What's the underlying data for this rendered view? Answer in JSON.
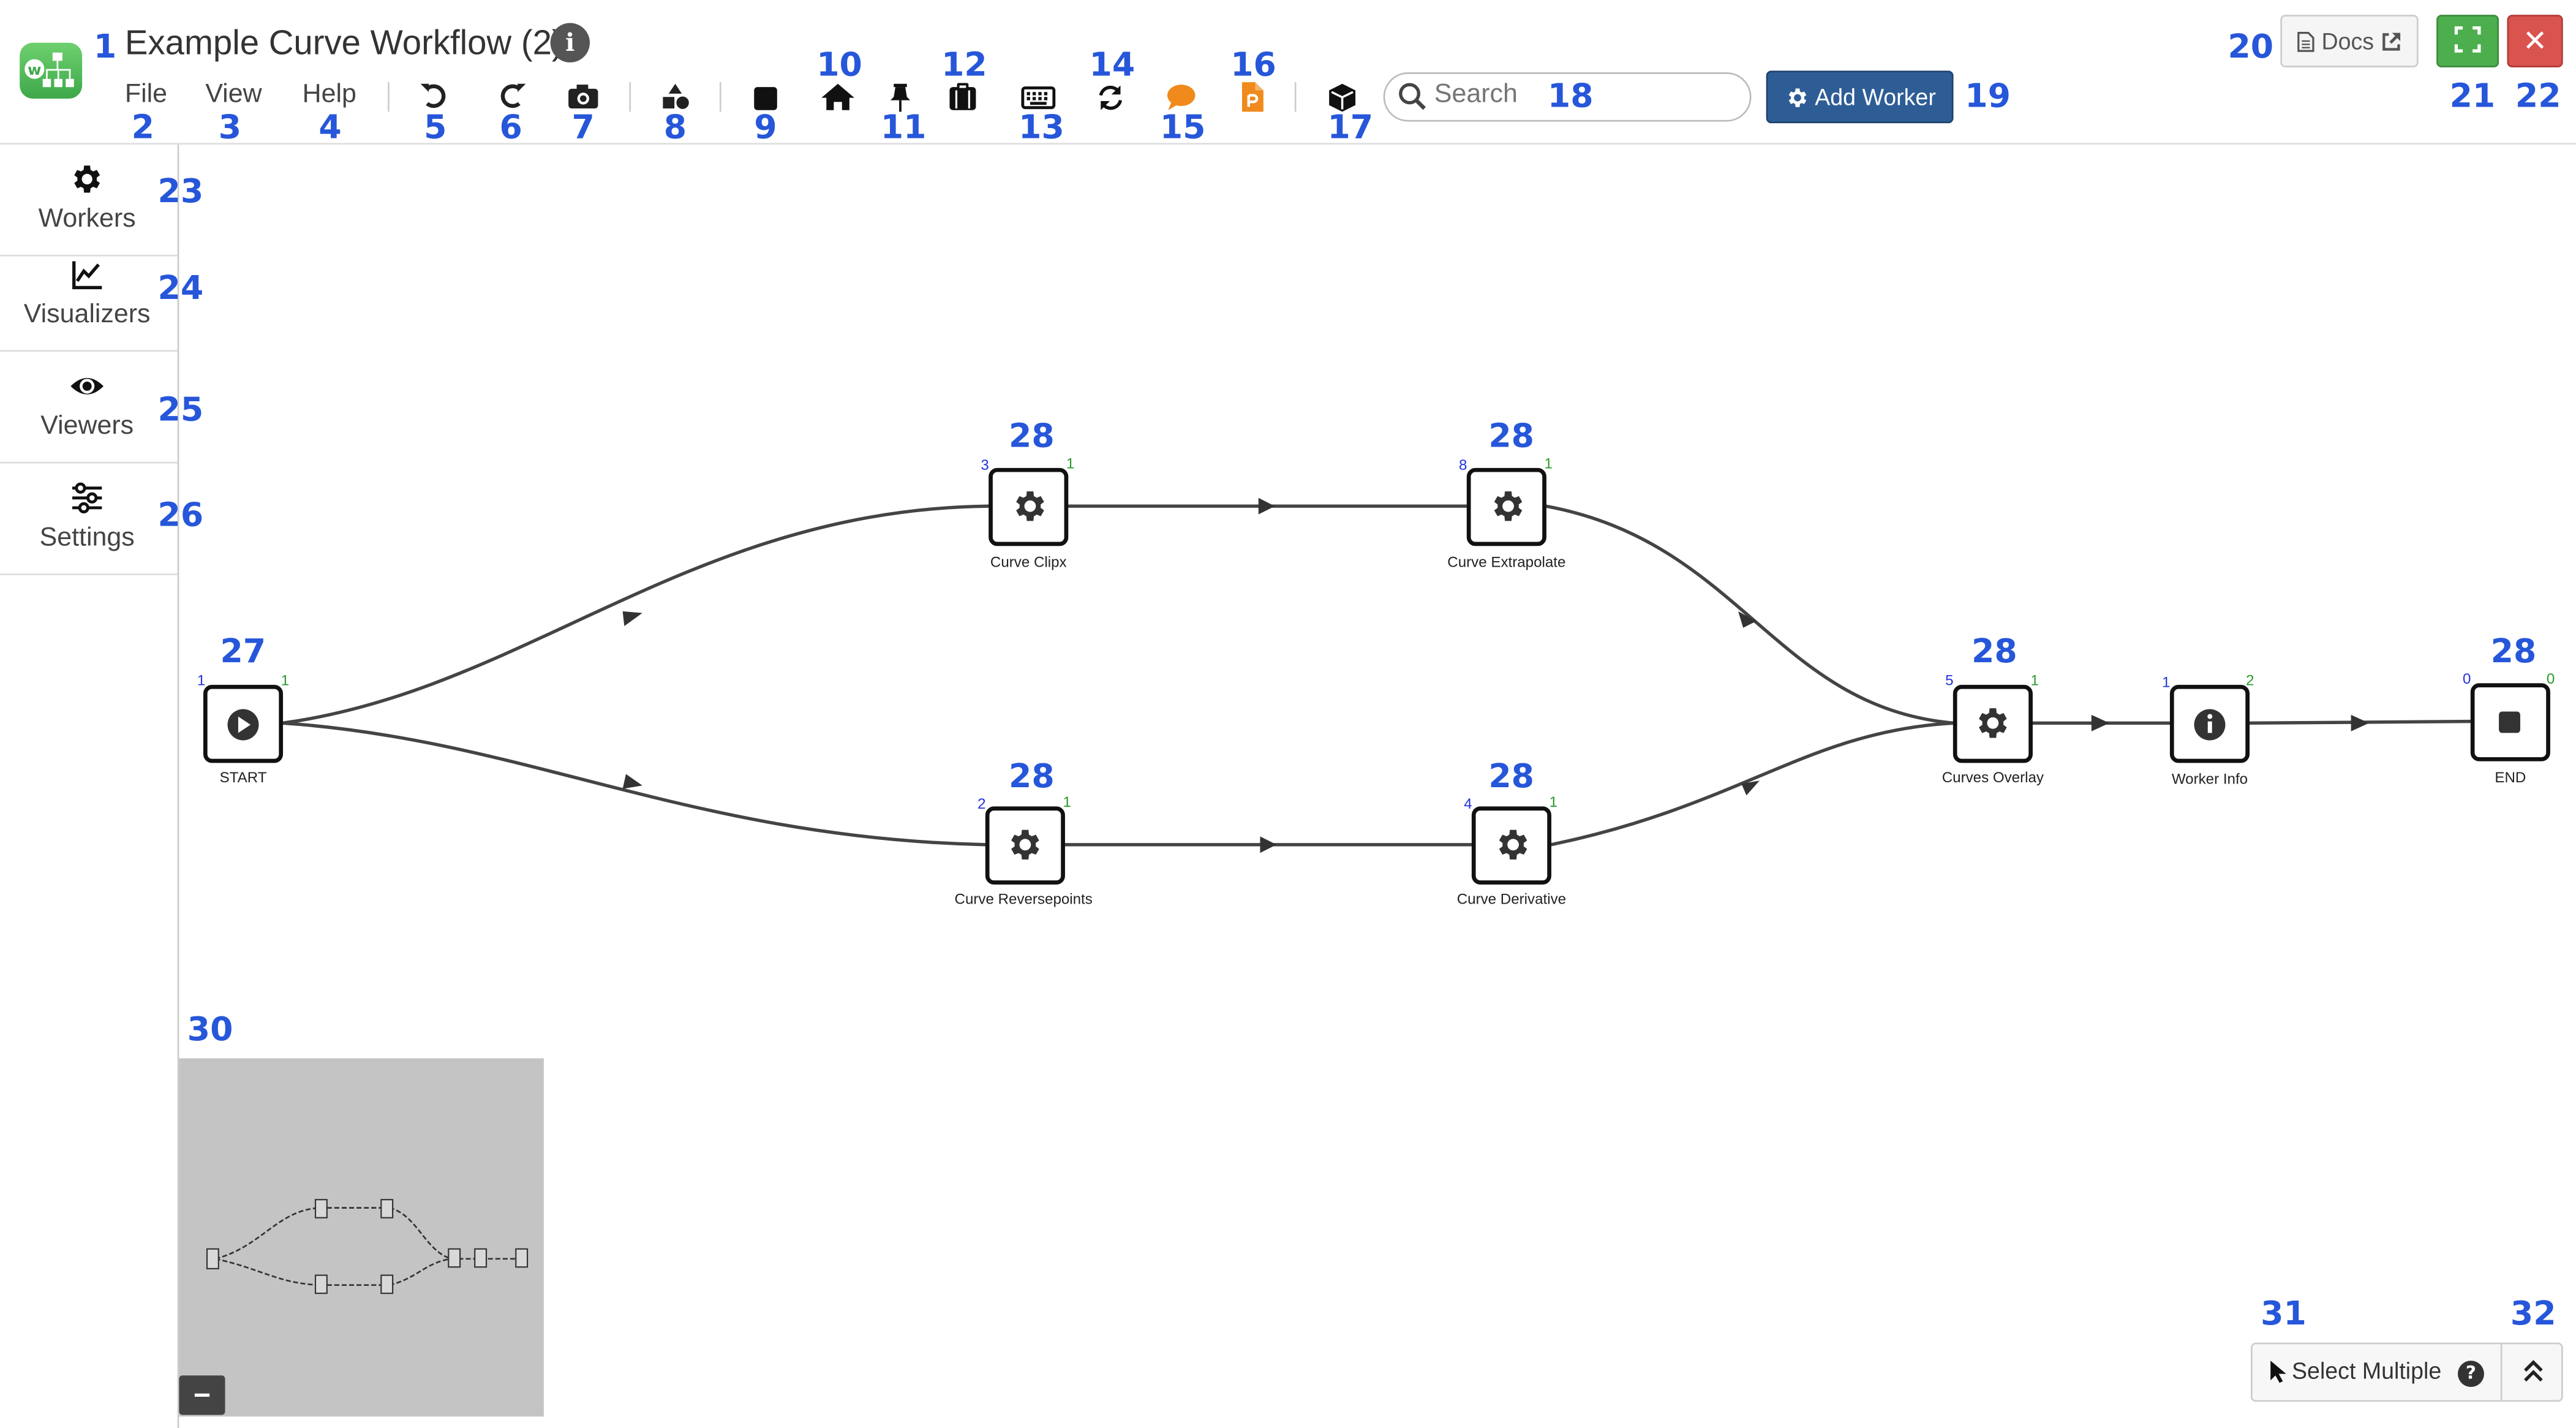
{
  "app": {
    "title": "Example Curve Workflow (2)",
    "info_glyph": "i"
  },
  "menu": {
    "file": "File",
    "view": "View",
    "help": "Help"
  },
  "toolbar": {
    "icons": [
      "undo-icon",
      "redo-icon",
      "camera-icon",
      "shapes-icon",
      "stop-square-icon",
      "home-icon",
      "pin-icon",
      "clipboard-icon",
      "keyboard-icon",
      "refresh-icon",
      "comment-icon",
      "document-icon",
      "cube-icon"
    ],
    "accent_orange": "#f08a1c"
  },
  "search": {
    "placeholder": "Search",
    "value": ""
  },
  "add_worker": {
    "label": "Add Worker",
    "color": "#2e5d96"
  },
  "docs": {
    "label": "Docs"
  },
  "window": {
    "close_glyph": "✕"
  },
  "sidebar": {
    "items": [
      {
        "label": "Workers",
        "icon": "gear-icon"
      },
      {
        "label": "Visualizers",
        "icon": "line-chart-icon"
      },
      {
        "label": "Viewers",
        "icon": "eye-icon"
      },
      {
        "label": "Settings",
        "icon": "sliders-icon"
      }
    ]
  },
  "workflow": {
    "nodes": [
      {
        "id": "start",
        "label": "START",
        "in": "1",
        "out": "1",
        "icon": "play-icon"
      },
      {
        "id": "clipx",
        "label": "Curve Clipx",
        "in": "3",
        "out": "1",
        "icon": "gear-icon"
      },
      {
        "id": "extrapolate",
        "label": "Curve Extrapolate",
        "in": "8",
        "out": "1",
        "icon": "gear-icon"
      },
      {
        "id": "reverse",
        "label": "Curve Reversepoints",
        "in": "2",
        "out": "1",
        "icon": "gear-icon"
      },
      {
        "id": "derivative",
        "label": "Curve Derivative",
        "in": "4",
        "out": "1",
        "icon": "gear-icon"
      },
      {
        "id": "overlay",
        "label": "Curves Overlay",
        "in": "5",
        "out": "1",
        "icon": "gear-icon"
      },
      {
        "id": "info",
        "label": "Worker Info",
        "in": "1",
        "out": "2",
        "icon": "info-icon"
      },
      {
        "id": "end",
        "label": "END",
        "in": "0",
        "out": "0",
        "icon": "stop-icon"
      }
    ]
  },
  "footer": {
    "select_multiple": "Select Multiple",
    "help_glyph": "?",
    "minimap_toggle": "−"
  },
  "annotations": {
    "n1": "1",
    "n2": "2",
    "n3": "3",
    "n4": "4",
    "n5": "5",
    "n6": "6",
    "n7": "7",
    "n8": "8",
    "n9": "9",
    "n10": "10",
    "n11": "11",
    "n12": "12",
    "n13": "13",
    "n14": "14",
    "n15": "15",
    "n16": "16",
    "n17": "17",
    "n18": "18",
    "n19": "19",
    "n20": "20",
    "n21": "21",
    "n22": "22",
    "n23": "23",
    "n24": "24",
    "n25": "25",
    "n26": "26",
    "n27": "27",
    "n28": "28",
    "n30": "30",
    "n31": "31",
    "n32": "32"
  }
}
